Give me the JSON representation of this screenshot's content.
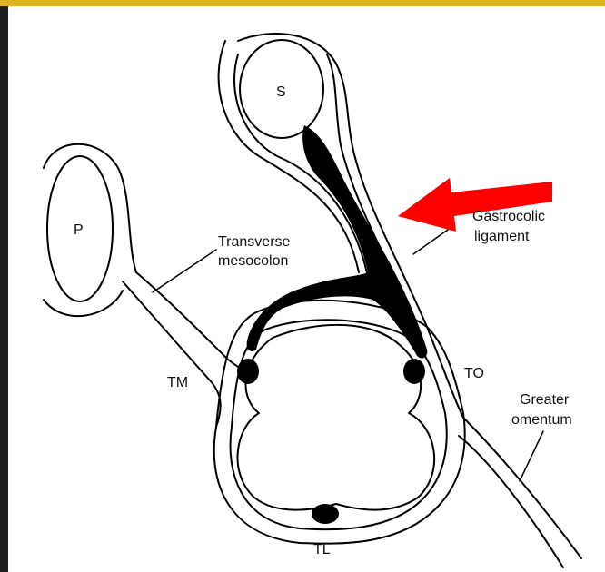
{
  "labels": {
    "s": "S",
    "p": "P",
    "transverse_mesocolon": [
      "Transverse",
      "mesocolon"
    ],
    "gastrocolic_ligament": [
      "Gastrocolic",
      "ligament"
    ],
    "tm": "TM",
    "to": "TO",
    "greater_omentum": [
      "Greater",
      "omentum"
    ],
    "tl": "TL"
  },
  "colors": {
    "arrow": "#ff0000",
    "border": "#e0b321",
    "ink": "#000000",
    "paper": "#ffffff"
  }
}
